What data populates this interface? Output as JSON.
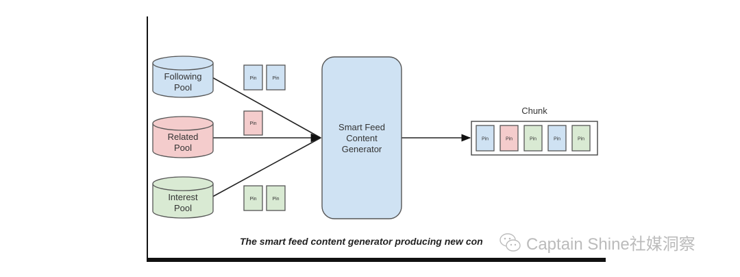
{
  "diagram": {
    "pools": [
      {
        "label_line1": "Following",
        "label_line2": "Pool",
        "color": "#cfe2f3"
      },
      {
        "label_line1": "Related",
        "label_line2": "Pool",
        "color": "#f4cccc"
      },
      {
        "label_line1": "Interest",
        "label_line2": "Pool",
        "color": "#d9ead3"
      }
    ],
    "pool_pins": [
      {
        "pool": "Following",
        "pins": [
          "Pin",
          "Pin"
        ]
      },
      {
        "pool": "Related",
        "pins": [
          "Pin"
        ]
      },
      {
        "pool": "Interest",
        "pins": [
          "Pin",
          "Pin"
        ]
      }
    ],
    "generator": {
      "line1": "Smart Feed",
      "line2": "Content",
      "line3": "Generator",
      "color": "#cfe2f3"
    },
    "chunk": {
      "title": "Chunk",
      "pins": [
        {
          "label": "Pin",
          "color": "#cfe2f3"
        },
        {
          "label": "Pin",
          "color": "#f4cccc"
        },
        {
          "label": "Pin",
          "color": "#d9ead3"
        },
        {
          "label": "Pin",
          "color": "#cfe2f3"
        },
        {
          "label": "Pin",
          "color": "#d9ead3"
        }
      ]
    },
    "caption": "The smart feed content generator producing new con",
    "watermark": "Captain Shine社媒洞察"
  }
}
